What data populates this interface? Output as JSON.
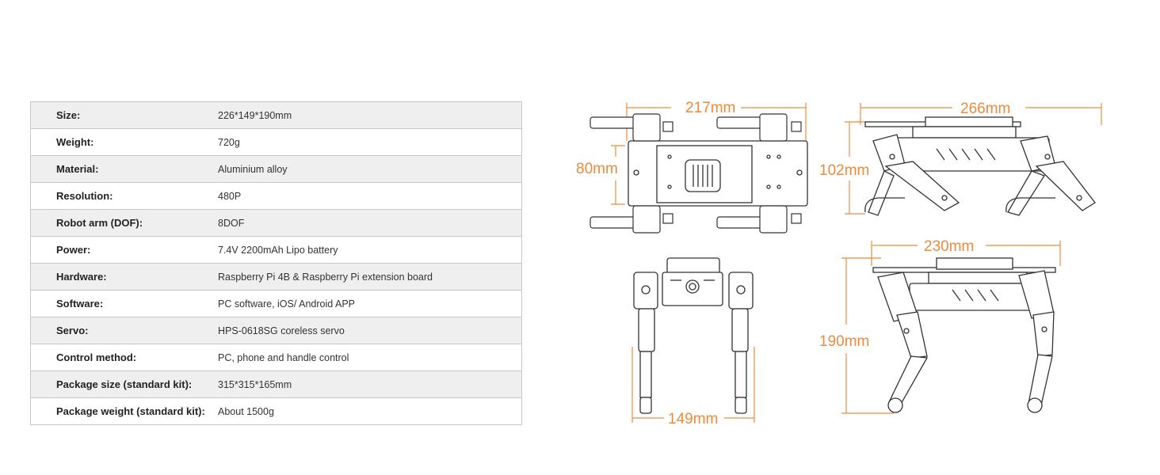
{
  "specs": [
    {
      "label": "Size:",
      "value": "226*149*190mm"
    },
    {
      "label": "Weight:",
      "value": "720g"
    },
    {
      "label": "Material:",
      "value": "Aluminium alloy"
    },
    {
      "label": "Resolution:",
      "value": "480P"
    },
    {
      "label": "Robot arm (DOF):",
      "value": "8DOF"
    },
    {
      "label": "Power:",
      "value": "7.4V 2200mAh Lipo battery"
    },
    {
      "label": "Hardware:",
      "value": "Raspberry Pi 4B & Raspberry Pi extension board"
    },
    {
      "label": "Software:",
      "value": "PC software, iOS/ Android APP"
    },
    {
      "label": "Servo:",
      "value": "HPS-0618SG coreless servo"
    },
    {
      "label": "Control method:",
      "value": "PC, phone and handle control"
    },
    {
      "label": "Package size (standard kit):",
      "value": "315*315*165mm"
    },
    {
      "label": "Package weight (standard kit):",
      "value": "About 1500g"
    }
  ],
  "dimensions": {
    "top_width": "217mm",
    "top_depth": "80mm",
    "side_length": "266mm",
    "side_height": "102mm",
    "front_width": "149mm",
    "stand_length": "230mm",
    "stand_height": "190mm"
  },
  "colors": {
    "dimension": "#ef8a3a",
    "drawing": "#333333",
    "shaded_row": "#efefef"
  }
}
